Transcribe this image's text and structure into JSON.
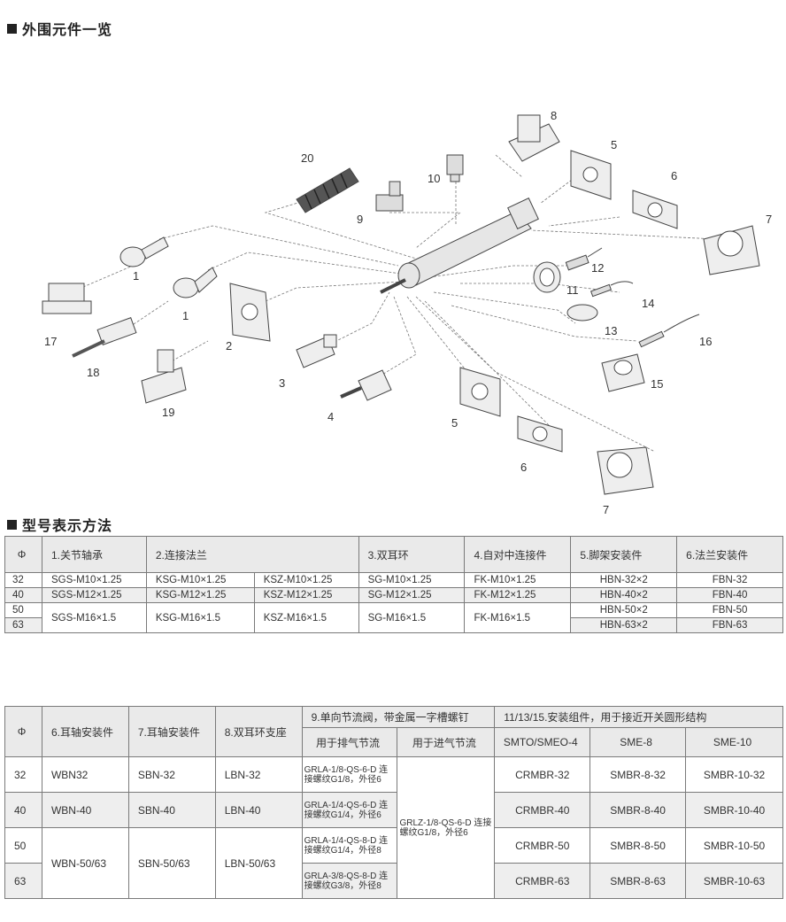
{
  "section1": {
    "title": "外围元件一览"
  },
  "section2": {
    "title": "型号表示方法"
  },
  "diagram": {
    "labels": [
      "20",
      "10",
      "9",
      "8",
      "5",
      "6",
      "7",
      "1",
      "1",
      "2",
      "3",
      "4",
      "17",
      "18",
      "19",
      "12",
      "11",
      "14",
      "13",
      "16",
      "15",
      "5",
      "6",
      "7"
    ]
  },
  "table1": {
    "headers": {
      "phi": "Φ",
      "c1": "1.关节轴承",
      "c2": "2.连接法兰",
      "c3": "3.双耳环",
      "c4": "4.自对中连接件",
      "c5": "5.脚架安装件",
      "c6": "6.法兰安装件"
    },
    "rows": [
      {
        "phi": "32",
        "c1": "SGS-M10×1.25",
        "c2a": "KSG-M10×1.25",
        "c2b": "KSZ-M10×1.25",
        "c3": "SG-M10×1.25",
        "c4": "FK-M10×1.25",
        "c5": "HBN-32×2",
        "c6": "FBN-32"
      },
      {
        "phi": "40",
        "c1": "SGS-M12×1.25",
        "c2a": "KSG-M12×1.25",
        "c2b": "KSZ-M12×1.25",
        "c3": "SG-M12×1.25",
        "c4": "FK-M12×1.25",
        "c5": "HBN-40×2",
        "c6": "FBN-40"
      },
      {
        "phi": "50",
        "c1": "SGS-M16×1.5",
        "c2a": "KSG-M16×1.5",
        "c2b": "KSZ-M16×1.5",
        "c3": "SG-M16×1.5",
        "c4": "FK-M16×1.5",
        "c5": "HBN-50×2",
        "c6": "FBN-50"
      },
      {
        "phi": "63",
        "c5": "HBN-63×2",
        "c6": "FBN-63"
      }
    ]
  },
  "table2": {
    "headers": {
      "phi": "Φ",
      "c6": "6.耳轴安装件",
      "c7": "7.耳轴安装件",
      "c8": "8.双耳环支座",
      "c9": "9.单向节流阀，带金属一字槽螺钉",
      "c9a": "用于排气节流",
      "c9b": "用于进气节流",
      "c11": "11/13/15.安装组件，用于接近开关圆形结构",
      "c11a": "SMTO/SMEO-4",
      "c11b": "SME-8",
      "c11c": "SME-10"
    },
    "rows": [
      {
        "phi": "32",
        "c6": "WBN32",
        "c7": "SBN-32",
        "c8": "LBN-32",
        "c9a": "GRLA-1/8-QS-6-D 连接螺纹G1/8，外径6",
        "c11a": "CRMBR-32",
        "c11b": "SMBR-8-32",
        "c11c": "SMBR-10-32"
      },
      {
        "phi": "40",
        "c6": "WBN-40",
        "c7": "SBN-40",
        "c8": "LBN-40",
        "c9a": "GRLA-1/4-QS-6-D 连接螺纹G1/4，外径6",
        "c11a": "CRMBR-40",
        "c11b": "SMBR-8-40",
        "c11c": "SMBR-10-40"
      },
      {
        "phi": "50",
        "c6": "WBN-50/63",
        "c7": "SBN-50/63",
        "c8": "LBN-50/63",
        "c9a": "GRLA-1/4-QS-8-D 连接螺纹G1/4，外径8",
        "c11a": "CRMBR-50",
        "c11b": "SMBR-8-50",
        "c11c": "SMBR-10-50"
      },
      {
        "phi": "63",
        "c9a": "GRLA-3/8-QS-8-D 连接螺纹G3/8，外径8",
        "c11a": "CRMBR-63",
        "c11b": "SMBR-8-63",
        "c11c": "SMBR-10-63"
      }
    ],
    "c9b_all": "GRLZ-1/8-QS-6-D 连接螺纹G1/8，外径6"
  }
}
